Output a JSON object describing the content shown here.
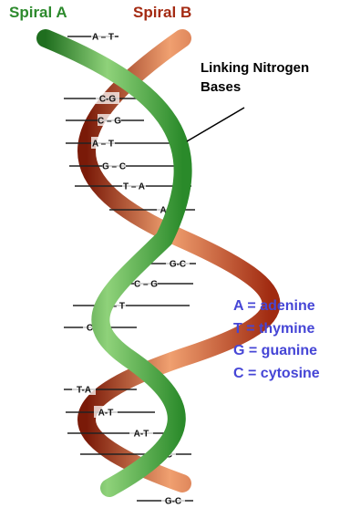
{
  "labels": {
    "spiral_a": "Spiral A",
    "spiral_b": "Spiral B",
    "callout": "Linking Nitrogen\nBases"
  },
  "colors": {
    "spiral_a": "#2d8a2d",
    "spiral_b": "#a42a12",
    "legend": "#4646d6",
    "rung": "#222222"
  },
  "base_pairs": [
    "A – T",
    "C-G",
    "C – G",
    "A – T",
    "G – C",
    "T – A",
    "A–T",
    "G-C",
    "C – G",
    "A – T",
    "C-G",
    "T-A",
    "A-T",
    "A-T",
    "G-C",
    "G-C"
  ],
  "legend": [
    "A = adenine",
    "T = thymine",
    "G = guanine",
    "C = cytosine"
  ]
}
